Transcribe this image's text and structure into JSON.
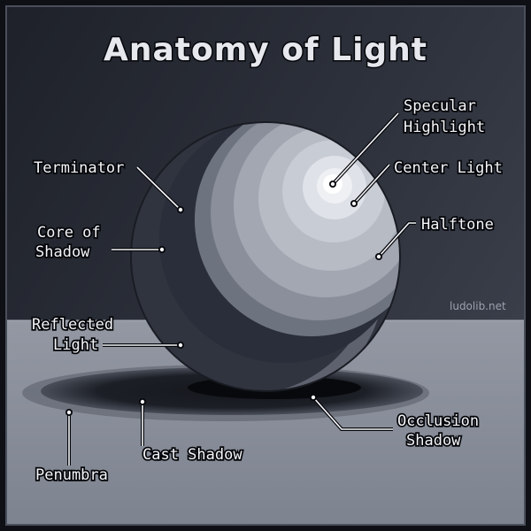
{
  "title": "Anatomy of Light",
  "watermark": "ludolib.net",
  "labels": {
    "specular_1": "Specular",
    "specular_2": "Highlight",
    "center_light": "Center Light",
    "halftone": "Halftone",
    "terminator": "Terminator",
    "core_1": "Core of",
    "core_2": "Shadow",
    "reflected_1": "Reflected",
    "reflected_2": "Light",
    "occlusion_1": "Occlusion",
    "occlusion_2": "Shadow",
    "cast_shadow": "Cast Shadow",
    "penumbra": "Penumbra"
  },
  "colors": {
    "frame": "#0e1016",
    "background_wall": "#2a2e38",
    "floor": "#8d939f",
    "sphere_core": "#2a2e3a",
    "sphere_light": "#c8ccd4",
    "highlight": "#ffffff"
  }
}
